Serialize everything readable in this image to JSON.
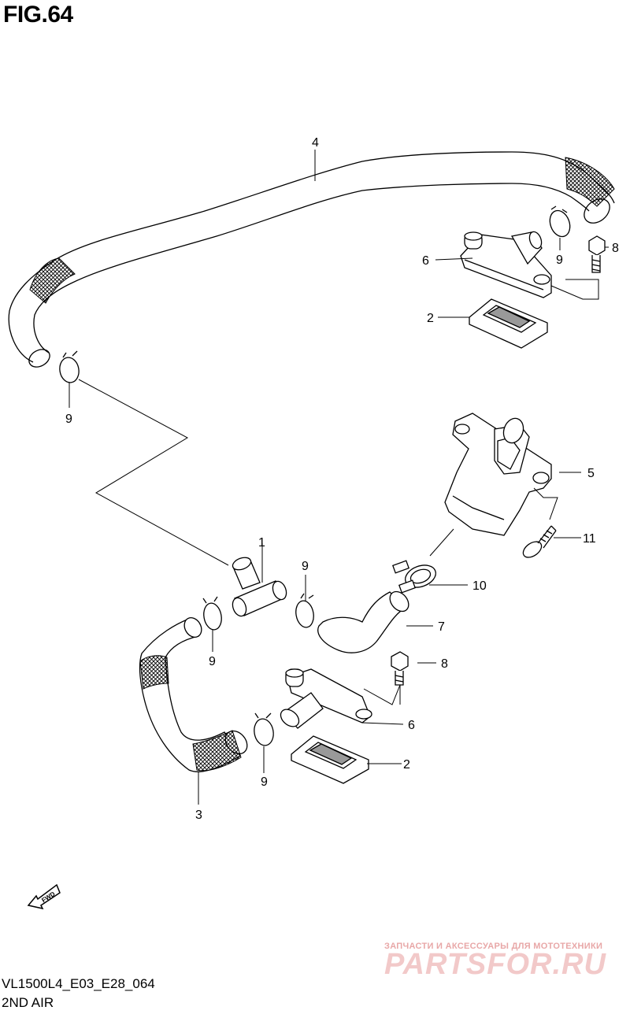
{
  "header": {
    "figure_label": "FIG.64"
  },
  "footer": {
    "model_code": "VL1500L4_E03_E28_064",
    "section_title": "2ND AIR"
  },
  "watermark": {
    "tagline": "ЗАПЧАСТИ И АКСЕССУАРЫ ДЛЯ МОТОТЕХНИКИ",
    "brand": "PARTSFOR.RU"
  },
  "fwd_arrow": {
    "label": "FWD"
  },
  "callouts": {
    "c4": "4",
    "c8a": "8",
    "c6a": "6",
    "c9a": "9",
    "c2a": "2",
    "c9b": "9",
    "c5": "5",
    "c11": "11",
    "c1": "1",
    "c9c": "9",
    "c10": "10",
    "c9d": "9",
    "c7": "7",
    "c8b": "8",
    "c6b": "6",
    "c2b": "2",
    "c9e": "9",
    "c3": "3"
  }
}
